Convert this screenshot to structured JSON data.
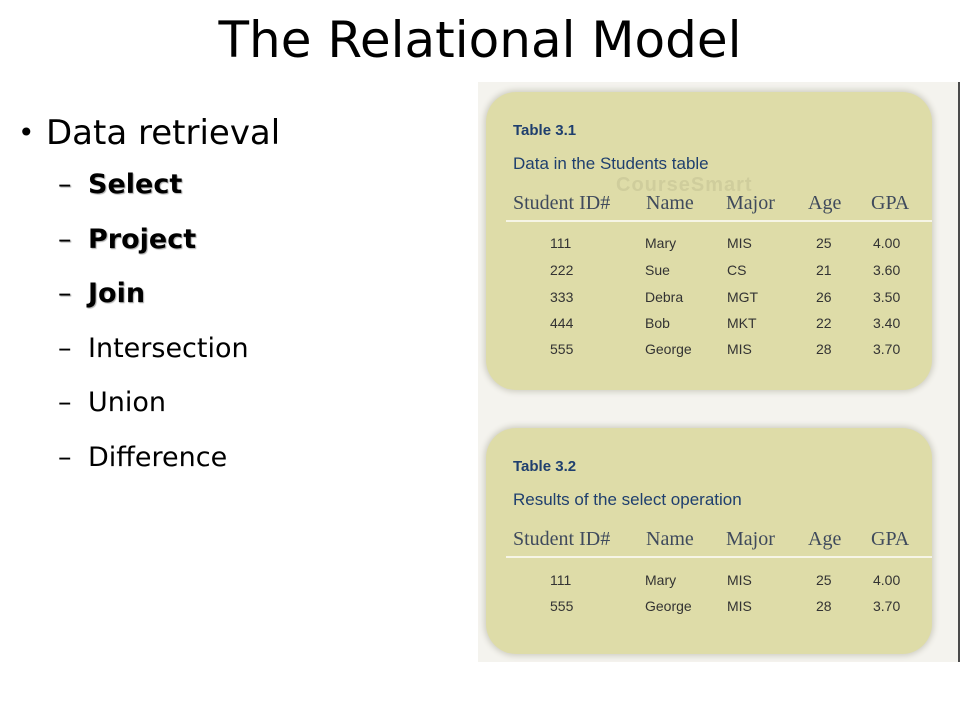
{
  "slide": {
    "title": "The Relational Model",
    "bullet": "Data retrieval",
    "sub_items": [
      {
        "label": "Select",
        "bold": true
      },
      {
        "label": "Project",
        "bold": true
      },
      {
        "label": "Join",
        "bold": true
      },
      {
        "label": "Intersection",
        "bold": false
      },
      {
        "label": "Union",
        "bold": false
      },
      {
        "label": "Difference",
        "bold": false
      }
    ]
  },
  "table1": {
    "number": "Table 3.1",
    "caption": "Data in the Students table",
    "watermark": "CourseSmart",
    "columns": [
      "Student ID#",
      "Name",
      "Major",
      "Age",
      "GPA"
    ],
    "rows": [
      [
        "111",
        "Mary",
        "MIS",
        "25",
        "4.00"
      ],
      [
        "222",
        "Sue",
        "CS",
        "21",
        "3.60"
      ],
      [
        "333",
        "Debra",
        "MGT",
        "26",
        "3.50"
      ],
      [
        "444",
        "Bob",
        "MKT",
        "22",
        "3.40"
      ],
      [
        "555",
        "George",
        "MIS",
        "28",
        "3.70"
      ]
    ]
  },
  "table2": {
    "number": "Table 3.2",
    "caption": "Results of the select operation",
    "columns": [
      "Student ID#",
      "Name",
      "Major",
      "Age",
      "GPA"
    ],
    "rows": [
      [
        "111",
        "Mary",
        "MIS",
        "25",
        "4.00"
      ],
      [
        "555",
        "George",
        "MIS",
        "28",
        "3.70"
      ]
    ]
  },
  "colors": {
    "card_fill": "#dedca8",
    "caption_text": "#1f3f6e",
    "panel_bg": "#f4f3ee"
  }
}
